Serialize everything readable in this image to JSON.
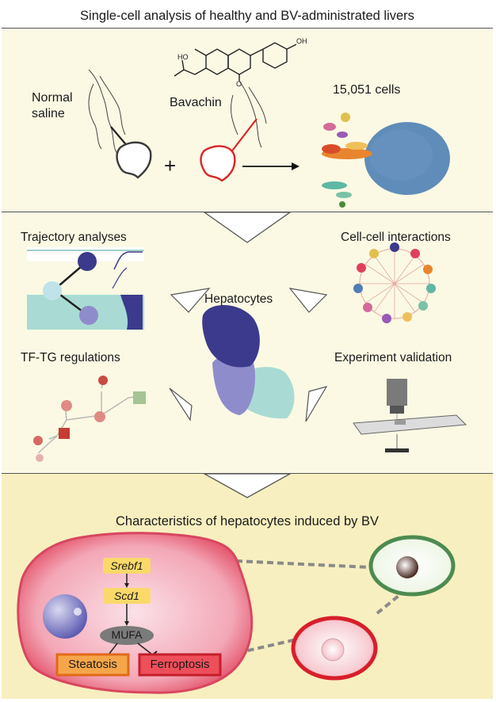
{
  "header": {
    "title": "Single-cell analysis of healthy and BV-administrated livers"
  },
  "design": {
    "normal_saline": "Normal saline",
    "bavachin": "Bavachin",
    "plus": "+",
    "cell_count": "15,051 cells",
    "chem_oh_left": "HO",
    "chem_oh_right": "OH",
    "chem_o": "O"
  },
  "analyses": {
    "center": "Hepatocytes",
    "trajectory": "Trajectory analyses",
    "interactions": "Cell-cell interactions",
    "tftg": "TF-TG regulations",
    "validation": "Experiment validation"
  },
  "findings": {
    "title": "Characteristics of hepatocytes induced by BV",
    "srebf1": "Srebf1",
    "scd1": "Scd1",
    "mufa": "MUFA",
    "steatosis": "Steatosis",
    "ferroptosis": "Ferroptosis"
  },
  "colors": {
    "panel_bg": "#fbf9e4",
    "bottom_bg": "#f7efbf",
    "cell_red": "#e0405a",
    "hepatocyte_dark": "#3b3a8c",
    "hepatocyte_mid": "#8f8ccc",
    "hepatocyte_light": "#9fd6cf"
  }
}
